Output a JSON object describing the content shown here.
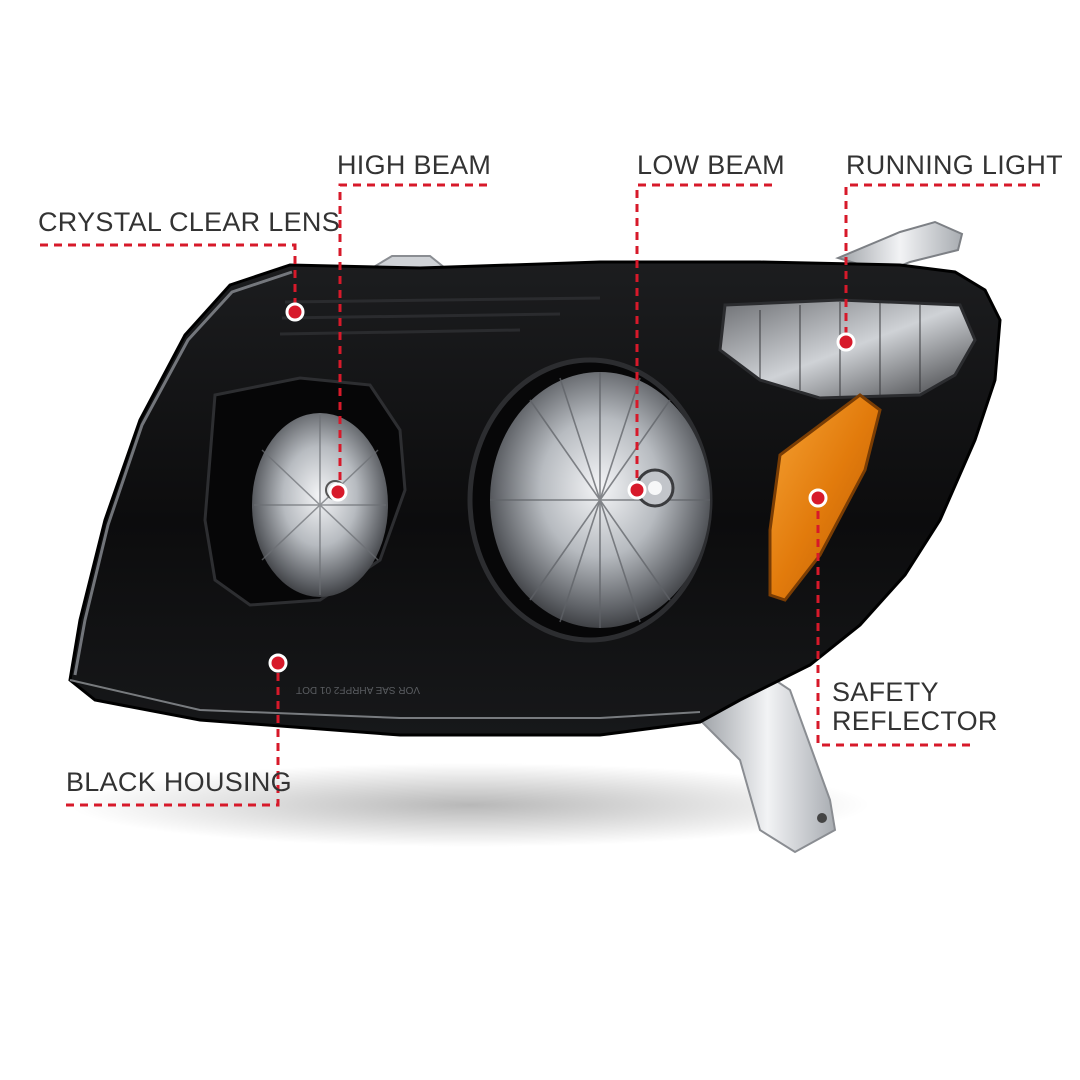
{
  "colors": {
    "accent": "#d7192a",
    "housing": "#0d0d0e",
    "chrome": "#c9ccd0",
    "amber": "#e57f12",
    "text": "#333333"
  },
  "callouts": {
    "crystal_clear_lens": "CRYSTAL CLEAR LENS",
    "high_beam": "HIGH BEAM",
    "low_beam": "LOW BEAM",
    "running_light": "RUNNING LIGHT",
    "safety_reflector_line1": "SAFETY",
    "safety_reflector_line2": "REFLECTOR",
    "black_housing": "BLACK HOUSING"
  },
  "lens_markings": "VOR SAE AHRPF2 01 DOT"
}
